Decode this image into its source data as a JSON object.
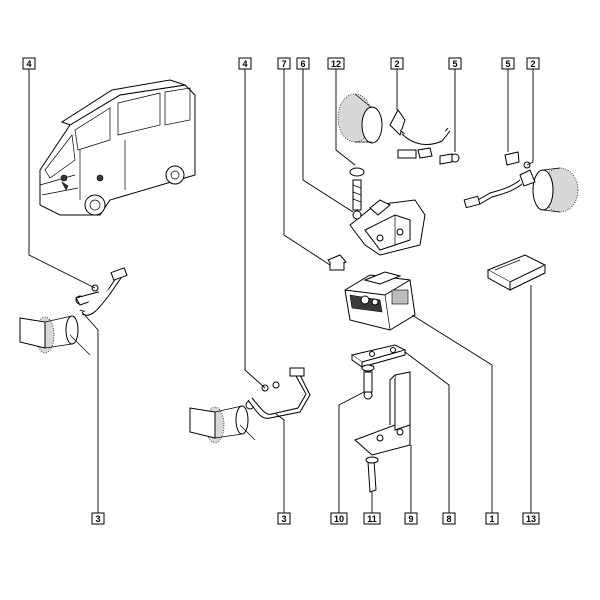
{
  "callouts": {
    "c4a": "4",
    "c4b": "4",
    "c7": "7",
    "c6": "6",
    "c12": "12",
    "c2a": "2",
    "c5a": "5",
    "c5b": "5",
    "c2b": "2",
    "c3a": "3",
    "c3b": "3",
    "c10": "10",
    "c11": "11",
    "c9": "9",
    "c8": "8",
    "c1": "1",
    "c13": "13"
  }
}
